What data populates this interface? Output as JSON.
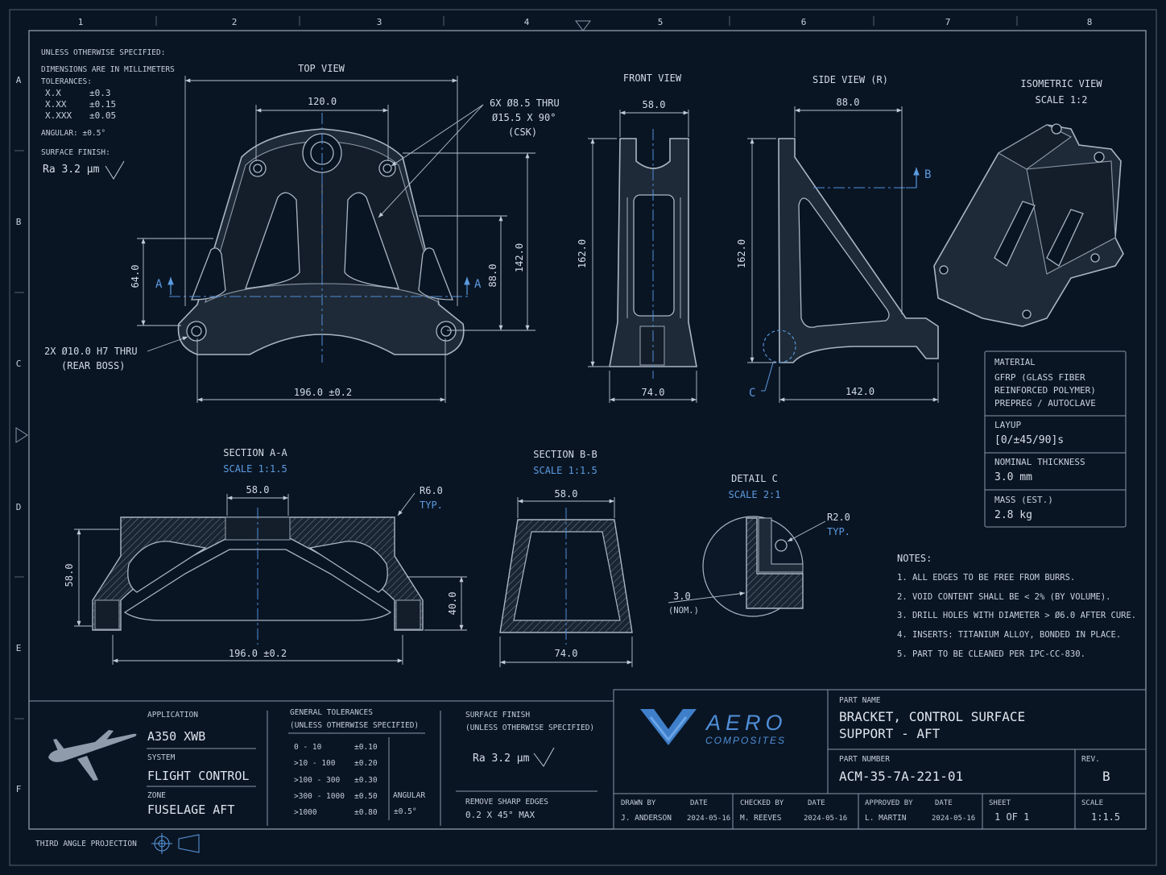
{
  "border": {
    "columns": [
      "1",
      "2",
      "3",
      "4",
      "5",
      "6",
      "7",
      "8"
    ],
    "rows": [
      "A",
      "B",
      "C",
      "D",
      "E",
      "F"
    ]
  },
  "general_notes": {
    "line1": "UNLESS OTHERWISE SPECIFIED:",
    "line2": "DIMENSIONS ARE IN MILLIMETERS",
    "line3": "TOLERANCES:",
    "tol": [
      [
        "X.X",
        "±0.3"
      ],
      [
        "X.XX",
        "±0.15"
      ],
      [
        "X.XXX",
        "±0.05"
      ]
    ],
    "angular": "ANGULAR: ±0.5°",
    "surface_label": "SURFACE FINISH:",
    "surface_value": "Ra 3.2 µm"
  },
  "top_view": {
    "title": "TOP VIEW",
    "dim_width": "196.0 ±0.2",
    "dim_120": "120.0",
    "dim_142": "142.0",
    "dim_88": "88.0",
    "dim_64": "64.0",
    "hole_note": [
      "6X Ø8.5 THRU",
      "Ø15.5 X 90°",
      "(CSK)"
    ],
    "boss_note": [
      "2X Ø10.0 H7 THRU",
      "(REAR BOSS)"
    ],
    "section_mark": "A"
  },
  "front_view": {
    "title": "FRONT VIEW",
    "dim_top": "58.0",
    "dim_bottom": "74.0",
    "dim_height": "162.0"
  },
  "side_view": {
    "title": "SIDE VIEW (R)",
    "dim_top": "88.0",
    "dim_bottom": "142.0",
    "dim_height": "162.0",
    "section_mark": "B",
    "detail_mark": "C"
  },
  "iso_view": {
    "title": "ISOMETRIC VIEW",
    "scale": "SCALE 1:2"
  },
  "material_block": {
    "material_label": "MATERIAL",
    "material_lines": [
      "GFRP (GLASS FIBER",
      "REINFORCED POLYMER)",
      "PREPREG / AUTOCLAVE"
    ],
    "layup_label": "LAYUP",
    "layup_value": "[0/±45/90]s",
    "thick_label": "NOMINAL THICKNESS",
    "thick_value": "3.0 mm",
    "mass_label": "MASS (EST.)",
    "mass_value": "2.8 kg"
  },
  "section_aa": {
    "title": "SECTION A-A",
    "scale": "SCALE 1:1.5",
    "dim_top": "58.0",
    "dim_width": "196.0 ±0.2",
    "dim_height": "58.0",
    "dim_right": "40.0",
    "radius_note": [
      "R6.0",
      "TYP."
    ]
  },
  "section_bb": {
    "title": "SECTION B-B",
    "scale": "SCALE 1:1.5",
    "dim_top": "58.0",
    "dim_bottom": "74.0"
  },
  "detail_c": {
    "title": "DETAIL C",
    "scale": "SCALE 2:1",
    "radius_note": [
      "R2.0",
      "TYP."
    ],
    "thick_note": [
      "3.0",
      "(NOM.)"
    ]
  },
  "notes": {
    "title": "NOTES:",
    "items": [
      "1. ALL EDGES TO BE FREE FROM BURRS.",
      "2. VOID CONTENT SHALL BE < 2% (BY VOLUME).",
      "3. DRILL HOLES WITH DIAMETER > Ø6.0 AFTER CURE.",
      "4. INSERTS: TITANIUM ALLOY, BONDED IN PLACE.",
      "5. PART TO BE CLEANED PER IPC-CC-830."
    ]
  },
  "title_block": {
    "application_label": "APPLICATION",
    "application_value": "A350 XWB",
    "system_label": "SYSTEM",
    "system_value": "FLIGHT CONTROL",
    "zone_label": "ZONE",
    "zone_value": "FUSELAGE AFT",
    "gen_tol_label": "GENERAL TOLERANCES",
    "gen_tol_sub": "(UNLESS OTHERWISE SPECIFIED)",
    "gen_tol_rows": [
      [
        "0 - 10",
        "±0.10"
      ],
      [
        ">10 - 100",
        "±0.20"
      ],
      [
        ">100 - 300",
        "±0.30"
      ],
      [
        ">300 - 1000",
        "±0.50"
      ],
      [
        ">1000",
        "±0.80"
      ]
    ],
    "angular_label": "ANGULAR",
    "angular_value": "±0.5°",
    "sf_label": "SURFACE FINISH",
    "sf_sub": "(UNLESS OTHERWISE SPECIFIED)",
    "sf_value": "Ra 3.2 µm",
    "edges_label": "REMOVE SHARP EDGES",
    "edges_value": "0.2 X 45° MAX",
    "logo_top": "AERO",
    "logo_bottom": "COMPOSITES",
    "part_name_label": "PART NAME",
    "part_name_lines": [
      "BRACKET, CONTROL SURFACE",
      "SUPPORT - AFT"
    ],
    "part_number_label": "PART NUMBER",
    "part_number": "ACM-35-7A-221-01",
    "rev_label": "REV.",
    "rev_value": "B",
    "drawn_by_label": "DRAWN BY",
    "drawn_by": "J. ANDERSON",
    "checked_by_label": "CHECKED BY",
    "checked_by": "M. REEVES",
    "approved_by_label": "APPROVED BY",
    "approved_by": "L. MARTIN",
    "date_label": "DATE",
    "date_value": "2024-05-16",
    "sheet_label": "SHEET",
    "sheet_value": "1 OF 1",
    "scale_label": "SCALE",
    "scale_value": "1:1.5"
  },
  "projection": "THIRD ANGLE PROJECTION",
  "colors": {
    "background": "#0a1524",
    "accent": "#5b9be0",
    "line": "#aab6c3"
  }
}
